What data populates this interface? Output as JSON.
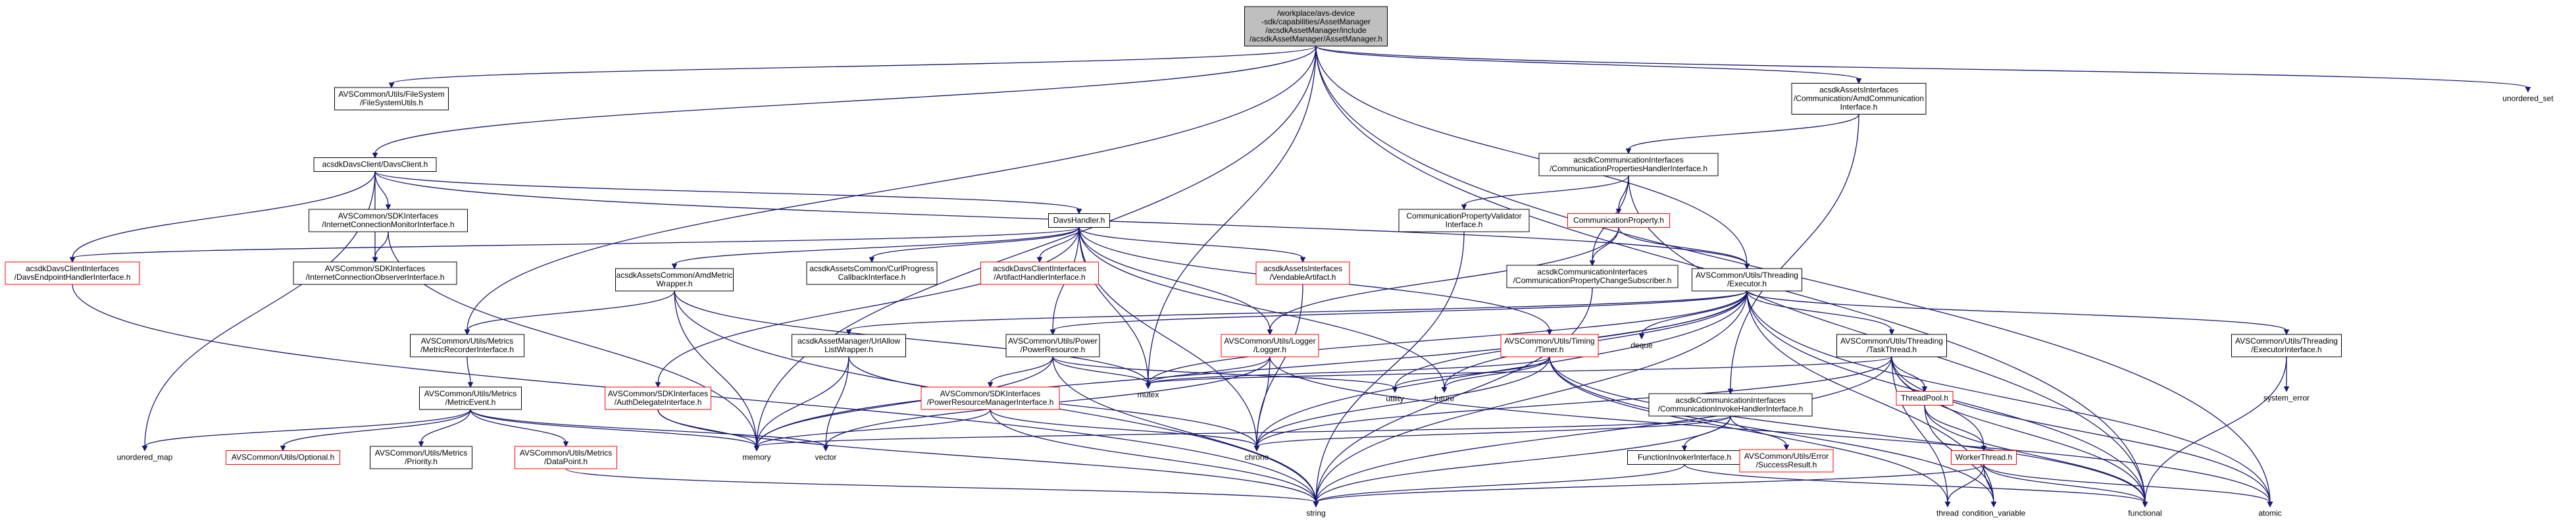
{
  "diagram": {
    "title": "",
    "colors": {
      "edge": "#191970",
      "box_border": "#000000",
      "incomplete_border": "#ff0000",
      "focus_fill": "#bfbfbf",
      "background": "#ffffff"
    },
    "nodes": [
      {
        "id": "root",
        "lines": [
          "/workplace/avs-device",
          "-sdk/capabilities/AssetManager",
          "/acsdkAssetManager/include",
          "/acsdkAssetManager/AssetManager.h"
        ],
        "style": "focus"
      },
      {
        "id": "fsutils",
        "lines": [
          "AVSCommon/Utils/FileSystem",
          "/FileSystemUtils.h"
        ],
        "style": "normal"
      },
      {
        "id": "davsclient",
        "lines": [
          "acsdkDavsClient/DavsClient.h"
        ],
        "style": "normal"
      },
      {
        "id": "amdcomm",
        "lines": [
          "acsdkAssetsInterfaces",
          "/Communication/AmdCommunication",
          "Interface.h"
        ],
        "style": "normal"
      },
      {
        "id": "uset",
        "lines": [
          "unordered_set"
        ],
        "style": "plain"
      },
      {
        "id": "commprops",
        "lines": [
          "acsdkCommunicationInterfaces",
          "/CommunicationPropertiesHandlerInterface.h"
        ],
        "style": "normal"
      },
      {
        "id": "icmi",
        "lines": [
          "AVSCommon/SDKInterfaces",
          "/InternetConnectionMonitorInterface.h"
        ],
        "style": "normal"
      },
      {
        "id": "davshandler",
        "lines": [
          "DavsHandler.h"
        ],
        "style": "normal"
      },
      {
        "id": "cpvalidator",
        "lines": [
          "CommunicationPropertyValidator",
          "Interface.h"
        ],
        "style": "normal"
      },
      {
        "id": "commprop",
        "lines": [
          "CommunicationProperty.h"
        ],
        "style": "red"
      },
      {
        "id": "davsendpoint",
        "lines": [
          "acsdkDavsClientInterfaces",
          "/DavsEndpointHandlerInterface.h"
        ],
        "style": "red"
      },
      {
        "id": "icoi",
        "lines": [
          "AVSCommon/SDKInterfaces",
          "/InternetConnectionObserverInterface.h"
        ],
        "style": "normal"
      },
      {
        "id": "amdmetric",
        "lines": [
          "acsdkAssetsCommon/AmdMetric",
          "Wrapper.h"
        ],
        "style": "normal"
      },
      {
        "id": "curlprog",
        "lines": [
          "acsdkAssetsCommon/CurlProgress",
          "CallbackInterface.h"
        ],
        "style": "normal"
      },
      {
        "id": "artifacthandler",
        "lines": [
          "acsdkDavsClientInterfaces",
          "/ArtifactHandlerInterface.h"
        ],
        "style": "red"
      },
      {
        "id": "vendable",
        "lines": [
          "acsdkAssetsInterfaces",
          "/VendableArtifact.h"
        ],
        "style": "red"
      },
      {
        "id": "cpcs",
        "lines": [
          "acsdkCommunicationInterfaces",
          "/CommunicationPropertyChangeSubscriber.h"
        ],
        "style": "normal"
      },
      {
        "id": "executor",
        "lines": [
          "AVSCommon/Utils/Threading",
          "/Executor.h"
        ],
        "style": "normal"
      },
      {
        "id": "metricrec",
        "lines": [
          "AVSCommon/Utils/Metrics",
          "/MetricRecorderInterface.h"
        ],
        "style": "normal"
      },
      {
        "id": "urlallow",
        "lines": [
          "acsdkAssetManager/UrlAllow",
          "ListWrapper.h"
        ],
        "style": "normal"
      },
      {
        "id": "powerres",
        "lines": [
          "AVSCommon/Utils/Power",
          "/PowerResource.h"
        ],
        "style": "normal"
      },
      {
        "id": "logger",
        "lines": [
          "AVSCommon/Utils/Logger",
          "/Logger.h"
        ],
        "style": "red"
      },
      {
        "id": "timer",
        "lines": [
          "AVSCommon/Utils/Timing",
          "/Timer.h"
        ],
        "style": "red"
      },
      {
        "id": "deque",
        "lines": [
          "deque"
        ],
        "style": "plain"
      },
      {
        "id": "taskthread",
        "lines": [
          "AVSCommon/Utils/Threading",
          "/TaskThread.h"
        ],
        "style": "normal"
      },
      {
        "id": "execiface",
        "lines": [
          "AVSCommon/Utils/Threading",
          "/ExecutorInterface.h"
        ],
        "style": "normal"
      },
      {
        "id": "metricevent",
        "lines": [
          "AVSCommon/Utils/Metrics",
          "/MetricEvent.h"
        ],
        "style": "normal"
      },
      {
        "id": "authdel",
        "lines": [
          "AVSCommon/SDKInterfaces",
          "/AuthDelegateInterface.h"
        ],
        "style": "red"
      },
      {
        "id": "powermgr",
        "lines": [
          "AVSCommon/SDKInterfaces",
          "/PowerResourceManagerInterface.h"
        ],
        "style": "red"
      },
      {
        "id": "mutex",
        "lines": [
          "mutex"
        ],
        "style": "plain"
      },
      {
        "id": "utility",
        "lines": [
          "utility"
        ],
        "style": "plain"
      },
      {
        "id": "future",
        "lines": [
          "future"
        ],
        "style": "plain"
      },
      {
        "id": "cinvoke",
        "lines": [
          "acsdkCommunicationInterfaces",
          "/CommunicationInvokeHandlerInterface.h"
        ],
        "style": "normal"
      },
      {
        "id": "threadpool",
        "lines": [
          "ThreadPool.h"
        ],
        "style": "red"
      },
      {
        "id": "syserr",
        "lines": [
          "system_error"
        ],
        "style": "plain"
      },
      {
        "id": "umap",
        "lines": [
          "unordered_map"
        ],
        "style": "plain"
      },
      {
        "id": "optional",
        "lines": [
          "AVSCommon/Utils/Optional.h"
        ],
        "style": "red"
      },
      {
        "id": "priority",
        "lines": [
          "AVSCommon/Utils/Metrics",
          "/Priority.h"
        ],
        "style": "normal"
      },
      {
        "id": "datapoint",
        "lines": [
          "AVSCommon/Utils/Metrics",
          "/DataPoint.h"
        ],
        "style": "red"
      },
      {
        "id": "memory",
        "lines": [
          "memory"
        ],
        "style": "plain"
      },
      {
        "id": "vector",
        "lines": [
          "vector"
        ],
        "style": "plain"
      },
      {
        "id": "chrono",
        "lines": [
          "chrono"
        ],
        "style": "plain"
      },
      {
        "id": "funcinvoker",
        "lines": [
          "FunctionInvokerInterface.h"
        ],
        "style": "normal"
      },
      {
        "id": "successres",
        "lines": [
          "AVSCommon/Utils/Error",
          "/SuccessResult.h"
        ],
        "style": "red"
      },
      {
        "id": "workerthread",
        "lines": [
          "WorkerThread.h"
        ],
        "style": "red"
      },
      {
        "id": "string",
        "lines": [
          "string"
        ],
        "style": "plain"
      },
      {
        "id": "thread",
        "lines": [
          "thread"
        ],
        "style": "plain"
      },
      {
        "id": "condvar",
        "lines": [
          "condition_variable"
        ],
        "style": "plain"
      },
      {
        "id": "functional",
        "lines": [
          "functional"
        ],
        "style": "plain"
      },
      {
        "id": "atomic",
        "lines": [
          "atomic"
        ],
        "style": "plain"
      }
    ],
    "edges": [
      [
        "root",
        "fsutils"
      ],
      [
        "root",
        "davsclient"
      ],
      [
        "root",
        "amdcomm"
      ],
      [
        "root",
        "uset"
      ],
      [
        "root",
        "executor"
      ],
      [
        "root",
        "memory"
      ],
      [
        "root",
        "metricrec"
      ],
      [
        "root",
        "functional"
      ],
      [
        "root",
        "mutex"
      ],
      [
        "root",
        "atomic"
      ],
      [
        "davsclient",
        "icmi"
      ],
      [
        "davsclient",
        "davshandler"
      ],
      [
        "davsclient",
        "davsendpoint"
      ],
      [
        "davsclient",
        "icoi"
      ],
      [
        "davsclient",
        "umap"
      ],
      [
        "davsclient",
        "executor"
      ],
      [
        "icmi",
        "icoi"
      ],
      [
        "icmi",
        "memory"
      ],
      [
        "amdcomm",
        "commprops"
      ],
      [
        "amdcomm",
        "cinvoke"
      ],
      [
        "commprops",
        "cpvalidator"
      ],
      [
        "commprops",
        "commprop"
      ],
      [
        "commprops",
        "cpcs"
      ],
      [
        "commprops",
        "functional"
      ],
      [
        "cpvalidator",
        "string"
      ],
      [
        "commprop",
        "cpcs"
      ],
      [
        "commprop",
        "executor"
      ],
      [
        "commprop",
        "logger"
      ],
      [
        "davshandler",
        "davsendpoint"
      ],
      [
        "davshandler",
        "amdmetric"
      ],
      [
        "davshandler",
        "curlprog"
      ],
      [
        "davshandler",
        "artifacthandler"
      ],
      [
        "davshandler",
        "vendable"
      ],
      [
        "davshandler",
        "powerres"
      ],
      [
        "davshandler",
        "logger"
      ],
      [
        "davshandler",
        "timer"
      ],
      [
        "davshandler",
        "authdel"
      ],
      [
        "davshandler",
        "mutex"
      ],
      [
        "davshandler",
        "future"
      ],
      [
        "davshandler",
        "chrono"
      ],
      [
        "davsendpoint",
        "string"
      ],
      [
        "amdmetric",
        "metricrec"
      ],
      [
        "amdmetric",
        "memory"
      ],
      [
        "amdmetric",
        "string"
      ],
      [
        "amdmetric",
        "mutex"
      ],
      [
        "vendable",
        "chrono"
      ],
      [
        "cpcs",
        "string"
      ],
      [
        "executor",
        "future"
      ],
      [
        "executor",
        "memory"
      ],
      [
        "executor",
        "taskthread"
      ],
      [
        "executor",
        "execiface"
      ],
      [
        "executor",
        "deque"
      ],
      [
        "executor",
        "mutex"
      ],
      [
        "executor",
        "utility"
      ],
      [
        "executor",
        "chrono"
      ],
      [
        "executor",
        "condvar"
      ],
      [
        "executor",
        "functional"
      ],
      [
        "executor",
        "atomic"
      ],
      [
        "executor",
        "string"
      ],
      [
        "executor",
        "urlallow"
      ],
      [
        "executor",
        "powerres"
      ],
      [
        "metricrec",
        "metricevent"
      ],
      [
        "metricevent",
        "umap"
      ],
      [
        "metricevent",
        "optional"
      ],
      [
        "metricevent",
        "priority"
      ],
      [
        "metricevent",
        "datapoint"
      ],
      [
        "metricevent",
        "vector"
      ],
      [
        "metricevent",
        "memory"
      ],
      [
        "datapoint",
        "string"
      ],
      [
        "urlallow",
        "memory"
      ],
      [
        "urlallow",
        "vector"
      ],
      [
        "urlallow",
        "chrono"
      ],
      [
        "powerres",
        "powermgr"
      ],
      [
        "powerres",
        "memory"
      ],
      [
        "powerres",
        "string"
      ],
      [
        "powerres",
        "utility"
      ],
      [
        "powerres",
        "mutex"
      ],
      [
        "powermgr",
        "chrono"
      ],
      [
        "powermgr",
        "memory"
      ],
      [
        "powermgr",
        "string"
      ],
      [
        "authdel",
        "memory"
      ],
      [
        "authdel",
        "string"
      ],
      [
        "logger",
        "mutex"
      ],
      [
        "logger",
        "chrono"
      ],
      [
        "logger",
        "vector"
      ],
      [
        "logger",
        "atomic"
      ],
      [
        "timer",
        "future"
      ],
      [
        "timer",
        "mutex"
      ],
      [
        "timer",
        "chrono"
      ],
      [
        "timer",
        "thread"
      ],
      [
        "timer",
        "condvar"
      ],
      [
        "timer",
        "utility"
      ],
      [
        "timer",
        "functional"
      ],
      [
        "taskthread",
        "threadpool"
      ],
      [
        "taskthread",
        "workerthread"
      ],
      [
        "taskthread",
        "chrono"
      ],
      [
        "taskthread",
        "string"
      ],
      [
        "taskthread",
        "thread"
      ],
      [
        "taskthread",
        "functional"
      ],
      [
        "taskthread",
        "atomic"
      ],
      [
        "taskthread",
        "mutex"
      ],
      [
        "execiface",
        "syserr"
      ],
      [
        "execiface",
        "functional"
      ],
      [
        "threadpool",
        "workerthread"
      ],
      [
        "threadpool",
        "condvar"
      ],
      [
        "threadpool",
        "functional"
      ],
      [
        "workerthread",
        "string"
      ],
      [
        "workerthread",
        "thread"
      ],
      [
        "workerthread",
        "condvar"
      ],
      [
        "workerthread",
        "functional"
      ],
      [
        "workerthread",
        "atomic"
      ],
      [
        "cinvoke",
        "funcinvoker"
      ],
      [
        "cinvoke",
        "successres"
      ],
      [
        "cinvoke",
        "string"
      ],
      [
        "cinvoke",
        "memory"
      ],
      [
        "cinvoke",
        "chrono"
      ],
      [
        "funcinvoker",
        "string"
      ],
      [
        "funcinvoker",
        "functional"
      ]
    ]
  }
}
